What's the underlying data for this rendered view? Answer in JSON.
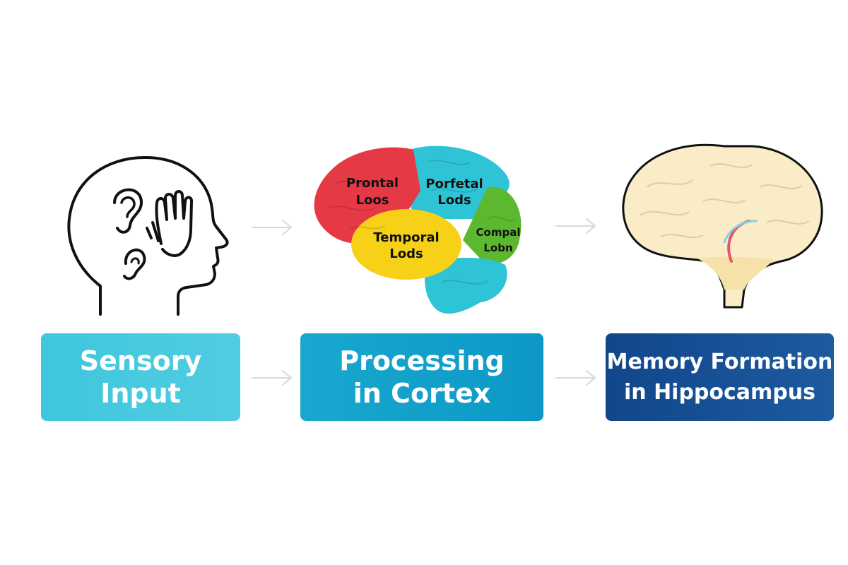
{
  "stages": [
    {
      "line1": "Sensory",
      "line2": "Input",
      "color": "#3ec7de"
    },
    {
      "line1": "Processing",
      "line2": "in Cortex",
      "color": "#18a8cf"
    },
    {
      "line1": "Memory Formation",
      "line2": "in Hippocampus",
      "color": "#12468a"
    }
  ],
  "cortex_lobes": {
    "frontal": {
      "line1": "Prontal",
      "line2": "Loos",
      "color": "#e63946"
    },
    "parietal": {
      "line1": "Porfetal",
      "line2": "Lods",
      "color": "#2ec4d6"
    },
    "temporal": {
      "line1": "Temporal",
      "line2": "Lods",
      "color": "#f7d117"
    },
    "occipital": {
      "line1": "Compal",
      "line2": "Lobn",
      "color": "#5cb82e"
    }
  },
  "icons": {
    "head": "head-listening-icon",
    "cortex": "brain-lobes-icon",
    "hippocampus": "brain-hippocampus-icon",
    "arrow": "arrow-right-icon"
  }
}
